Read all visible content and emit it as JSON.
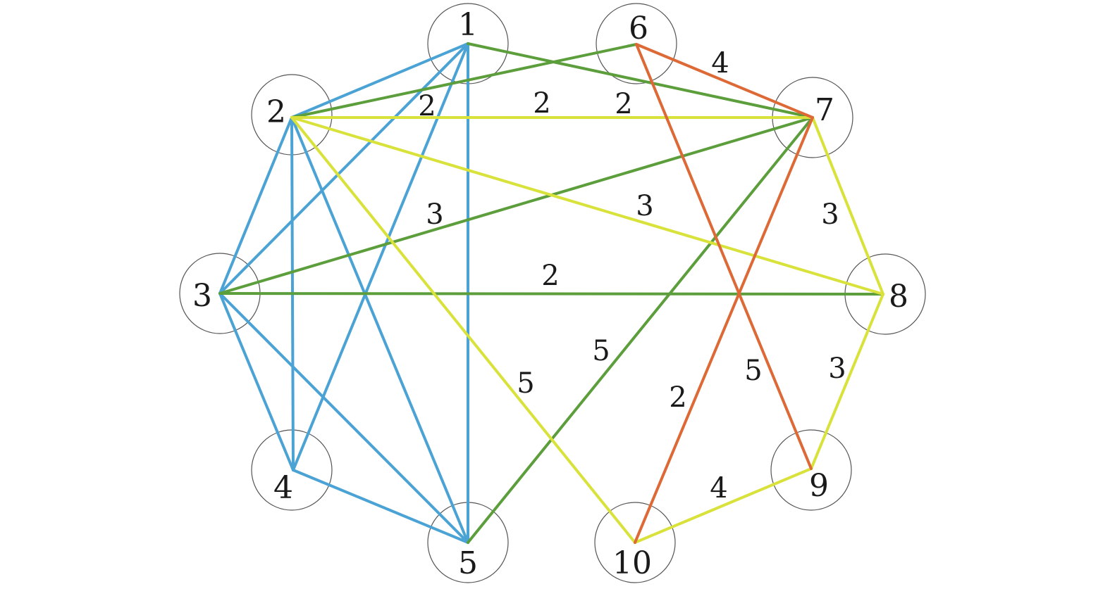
{
  "colors": {
    "blue": "#4aa3d4",
    "green": "#5c9e3c",
    "yellow": "#d8e23a",
    "orange": "#dd6a36"
  },
  "nodes": [
    {
      "id": "1",
      "label": "1"
    },
    {
      "id": "2",
      "label": "2"
    },
    {
      "id": "3",
      "label": "3"
    },
    {
      "id": "4",
      "label": "4"
    },
    {
      "id": "5",
      "label": "5"
    },
    {
      "id": "6",
      "label": "6"
    },
    {
      "id": "7",
      "label": "7"
    },
    {
      "id": "8",
      "label": "8"
    },
    {
      "id": "9",
      "label": "9"
    },
    {
      "id": "10",
      "label": "10"
    }
  ],
  "edges": [
    {
      "from": "1",
      "to": "2",
      "color": "blue"
    },
    {
      "from": "1",
      "to": "3",
      "color": "blue"
    },
    {
      "from": "1",
      "to": "4",
      "color": "blue"
    },
    {
      "from": "1",
      "to": "5",
      "color": "blue"
    },
    {
      "from": "2",
      "to": "3",
      "color": "blue"
    },
    {
      "from": "2",
      "to": "4",
      "color": "blue"
    },
    {
      "from": "2",
      "to": "5",
      "color": "blue"
    },
    {
      "from": "3",
      "to": "4",
      "color": "blue"
    },
    {
      "from": "3",
      "to": "5",
      "color": "blue"
    },
    {
      "from": "4",
      "to": "5",
      "color": "blue"
    },
    {
      "from": "1",
      "to": "7",
      "color": "green",
      "weight": "2"
    },
    {
      "from": "2",
      "to": "6",
      "color": "green",
      "weight": "2"
    },
    {
      "from": "3",
      "to": "7",
      "color": "green",
      "weight": "3"
    },
    {
      "from": "3",
      "to": "8",
      "color": "green",
      "weight": "2"
    },
    {
      "from": "5",
      "to": "7",
      "color": "green",
      "weight": "5"
    },
    {
      "from": "2",
      "to": "7",
      "color": "yellow",
      "weight": "2"
    },
    {
      "from": "2",
      "to": "8",
      "color": "yellow",
      "weight": "3"
    },
    {
      "from": "2",
      "to": "10",
      "color": "yellow",
      "weight": "5"
    },
    {
      "from": "7",
      "to": "8",
      "color": "yellow",
      "weight": "3"
    },
    {
      "from": "8",
      "to": "9",
      "color": "yellow",
      "weight": "3"
    },
    {
      "from": "9",
      "to": "10",
      "color": "yellow",
      "weight": "4"
    },
    {
      "from": "6",
      "to": "7",
      "color": "orange",
      "weight": "4"
    },
    {
      "from": "6",
      "to": "9",
      "color": "orange",
      "weight": "5"
    },
    {
      "from": "7",
      "to": "10",
      "color": "orange",
      "weight": "2"
    }
  ]
}
